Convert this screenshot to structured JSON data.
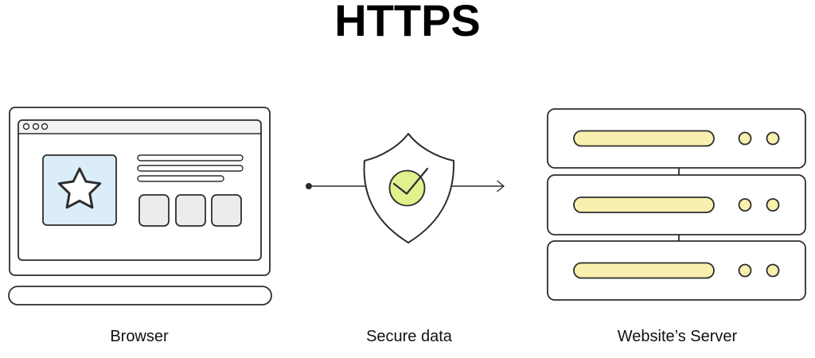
{
  "title": "HTTPS",
  "diagram": {
    "nodes": [
      {
        "id": "browser",
        "label": "Browser",
        "icon": "laptop-browser-illustration"
      },
      {
        "id": "secure-data",
        "label": "Secure data",
        "icon": "shield-check-icon"
      },
      {
        "id": "server",
        "label": "Website’s Server",
        "icon": "server-stack-illustration"
      }
    ],
    "connector": {
      "type": "arrow",
      "direction": "left-to-right"
    }
  },
  "colors": {
    "background": "#ffffff",
    "outline": "#2d2d2d",
    "text": "#111111",
    "title_color": "#000000",
    "browser_header": "#f3f3f3",
    "browser_square": "#ececec",
    "image_box": "#dbedf8",
    "check_circle": "#e2f08d",
    "server_accent": "#f9efae"
  }
}
